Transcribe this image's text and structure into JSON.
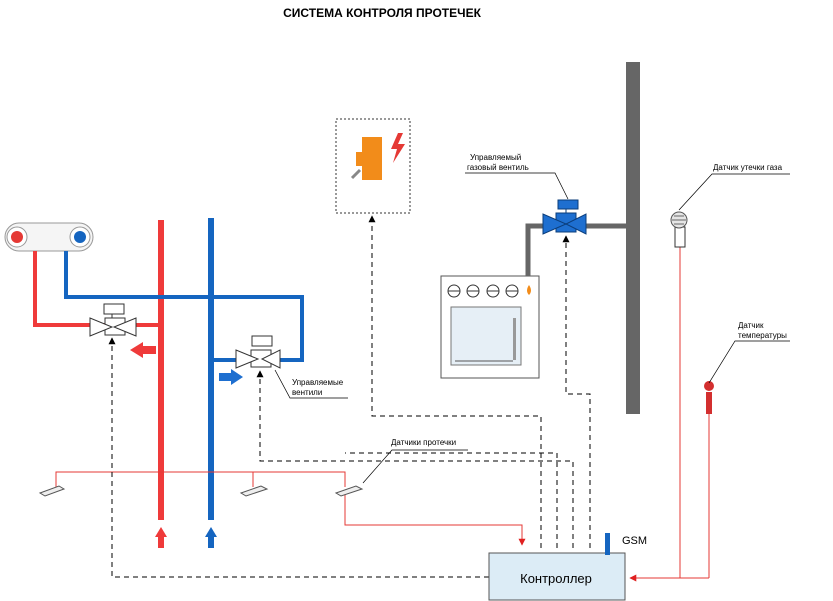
{
  "title": "СИСТЕМА КОНТРОЛЯ ПРОТЕЧЕК",
  "labels": {
    "gas_valve": [
      "Управляемый",
      "газовый вентиль"
    ],
    "gas_leak_sensor": "Датчик утечки газа",
    "temp_sensor": [
      "Датчик",
      "температуры"
    ],
    "water_valves": [
      "Управляемые",
      "вентили"
    ],
    "leak_sensors": "Датчики протечки",
    "controller": "Контроллер",
    "gsm": "GSM"
  },
  "colors": {
    "hot": "#ef3a3a",
    "cold": "#1565c0",
    "gas_pipe": "#666666",
    "boiler": "#f28c1a",
    "controller_fill": "#dcecf6"
  },
  "icons": [
    "lightning-icon",
    "flame-icon"
  ]
}
